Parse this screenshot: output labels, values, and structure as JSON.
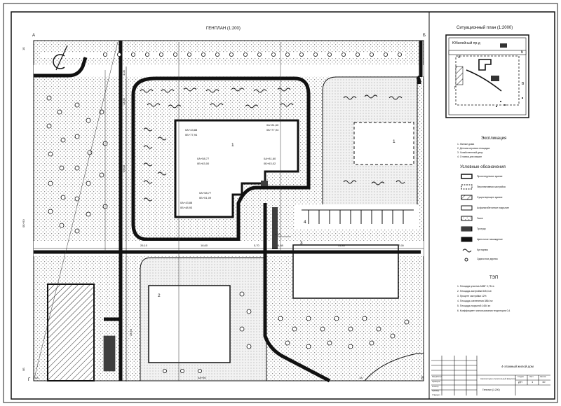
{
  "sheet": {
    "plan_title": "ГЕНПЛАН (1:200)",
    "situational_title": "Ситуационный план (1:2000)",
    "situational_street": "Юбилейный пр-д",
    "situational_points": [
      "А",
      "Б",
      "Г",
      "В"
    ]
  },
  "axes": {
    "corners": [
      "А",
      "Б",
      "Г",
      "В"
    ],
    "bottom": [
      "0А",
      "0А+50",
      "1А"
    ],
    "left": [
      "0Б",
      "0Б+50",
      "1Б"
    ]
  },
  "building": {
    "number": "1",
    "marks": [
      {
        "a": "0А+43,88",
        "b": "0Б+77,94"
      },
      {
        "a": "0А+81,60",
        "b": "0Б+77,94"
      },
      {
        "a": "0А+58,77",
        "b": "0Б+63,00"
      },
      {
        "a": "0А+81,60",
        "b": "0Б+63,02"
      },
      {
        "a": "0А+58,77",
        "b": "0Б+51,09"
      },
      {
        "a": "0А+43,88",
        "b": "0Б+48,93"
      }
    ]
  },
  "zones": [
    "1",
    "2",
    "3",
    "4"
  ],
  "dimensions": {
    "vertical": [
      "4,00",
      "13,35",
      "29,00",
      "28,50"
    ],
    "horizontal": [
      "26,10",
      "18,60",
      "5,70",
      "6,88",
      "31,80",
      "1,00",
      "7,90"
    ]
  },
  "explication": {
    "title": "Экспликация",
    "items": [
      "1. Жилые дома",
      "2. Детская игровая площадка",
      "3. Хозяйственный двор",
      "4. Стоянка для машин"
    ]
  },
  "legend": {
    "title": "Условные обозначения",
    "items": [
      "Проектируемое здание",
      "Перспективная застройка",
      "Существующее здание",
      "Асфальтобетонное покрытие",
      "Газон",
      "Тротуар",
      "Цветочное насаждение",
      "Кустарник",
      "Одиночное дерево"
    ]
  },
  "tep": {
    "title": "ТЭП",
    "items": [
      "1. Площадь участка АБВГ 0,75 га",
      "2. Площадь застройки 845,3 м²",
      "3. Процент застройки 12%",
      "4. Площадь озеленения 3864 м²",
      "5. Площадь покрытий 1484 м²",
      "6. Коэффициент использования территории 0,4"
    ]
  },
  "stamp": {
    "project": "4-этажный жилой дом",
    "stage": "ДП",
    "sheet": "1",
    "sheets": "10",
    "sheet_name": "Генплан (1:200)",
    "org": "Архитектурно-строительный факультет",
    "col_stage": "Стадия",
    "col_sheet": "Лист",
    "col_sheets": "Листов",
    "roles": [
      "Разработал",
      "Проверил",
      "Н.контр",
      "Руковод.",
      "Утвердил"
    ]
  }
}
